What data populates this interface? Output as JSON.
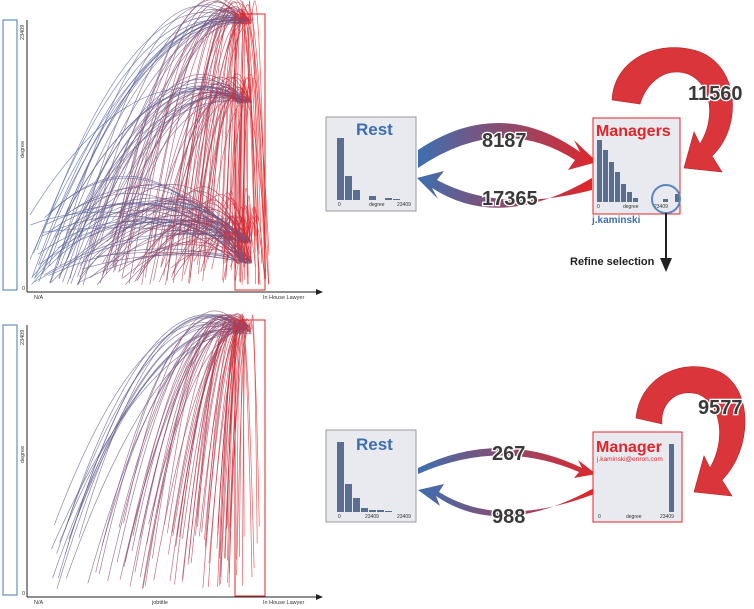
{
  "colors": {
    "red": "#e0262a",
    "blue": "#3d6fb0",
    "arrow_red": "#d9353a",
    "box_fill": "#e9eaef"
  },
  "top": {
    "plot": {
      "y_top": "23409",
      "y_bottom": "0",
      "y_label": "degree",
      "x_left": "N/A",
      "x_right": "In House Lawyer"
    },
    "rest": {
      "title": "Rest",
      "hist_x": [
        "0",
        "degree",
        "23409"
      ]
    },
    "managers": {
      "title": "Managers",
      "hist_x": [
        "0",
        "degree",
        "23409"
      ],
      "highlight": "j.kaminski"
    },
    "flows": {
      "rest_to_managers": "8187",
      "managers_to_rest": "17365",
      "self_loop": "11560"
    },
    "refine": "Refine selection"
  },
  "bottom": {
    "plot": {
      "y_top": "23409",
      "y_bottom": "0",
      "y_label": "degree",
      "x_left": "N/A",
      "x_mid": "jobtitle",
      "x_right": "In House Lawyer"
    },
    "rest": {
      "title": "Rest",
      "hist_x": [
        "0",
        "23409",
        "23409"
      ]
    },
    "manager": {
      "title": "Manager",
      "email": "j.kaminski@enron.com",
      "hist_x": [
        "0",
        "degree",
        "23409"
      ]
    },
    "flows": {
      "rest_to_manager": "267",
      "manager_to_rest": "988",
      "self_loop": "9577"
    }
  }
}
